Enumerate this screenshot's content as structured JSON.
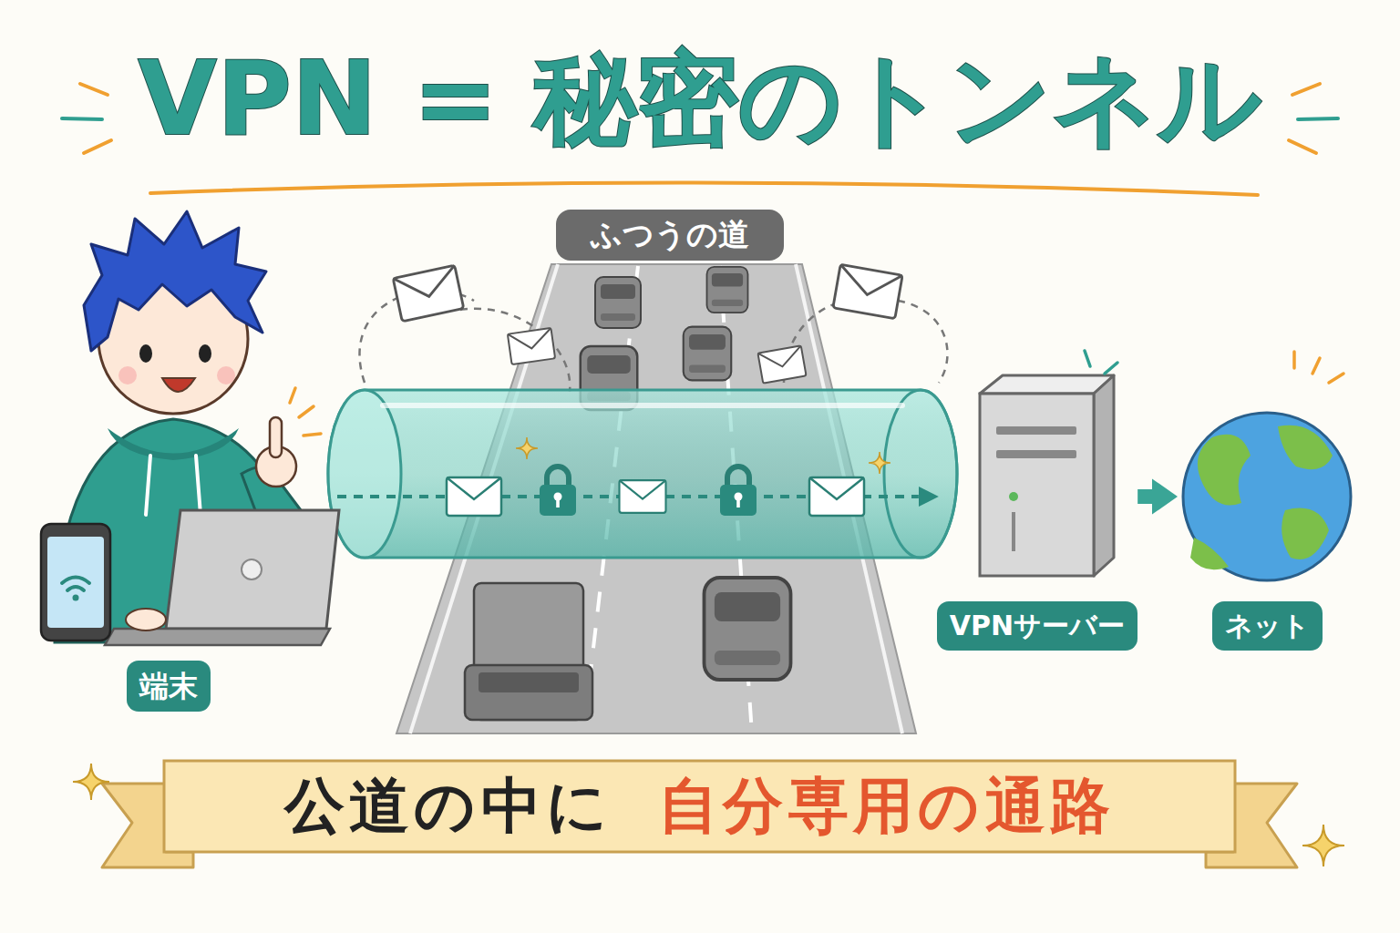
{
  "diagram": {
    "title": "VPN = 秘密のトンネル",
    "nodes": [
      {
        "text": [
          "ふつうの道"
        ]
      },
      {
        "text": [
          "端末"
        ]
      },
      {
        "text": [
          "VPNサーバー"
        ]
      },
      {
        "text": [
          "ネット"
        ]
      }
    ],
    "edges": [
      {
        "from": 1,
        "to": 2,
        "arrow": "to"
      },
      {
        "from": 2,
        "to": 3,
        "arrow": "to"
      }
    ],
    "labels": [
      "公道の中に",
      "自分専用の通路"
    ]
  }
}
